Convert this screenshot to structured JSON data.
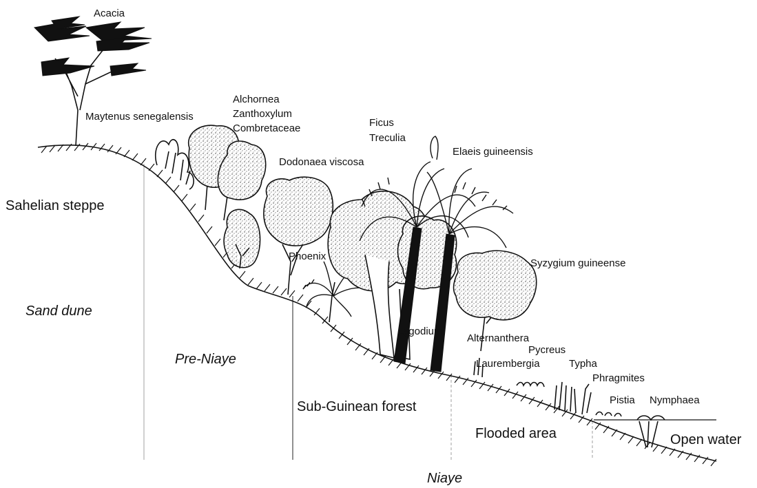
{
  "title": "",
  "plant_labels": {
    "acacia": "Acacia",
    "maytenus": "Maytenus senegalensis",
    "alchornea": "Alchornea",
    "zanthoxylum": "Zanthoxylum",
    "combretaceae": "Combretaceae",
    "ficus": "Ficus",
    "treculia": "Treculia",
    "elaeis": "Elaeis guineensis",
    "dodonaea": "Dodonaea viscosa",
    "phoenix": "Phoenix",
    "syzygium": "Syzygium guineense",
    "lygodium": "Lygodium",
    "alternanthera": "Alternanthera",
    "pycreus": "Pycreus",
    "laurembergia": "Laurembergia",
    "typha": "Typha",
    "phragmites": "Phragmites",
    "pistia": "Pistia",
    "nymphaea": "Nymphaea"
  },
  "zone_labels": {
    "sahelian_steppe": "Sahelian steppe",
    "sand_dune": "Sand dune",
    "pre_niaye": "Pre-Niaye",
    "sub_guinean_forest": "Sub-Guinean forest",
    "flooded_area": "Flooded area",
    "open_water": "Open water",
    "niaye": "Niaye"
  }
}
